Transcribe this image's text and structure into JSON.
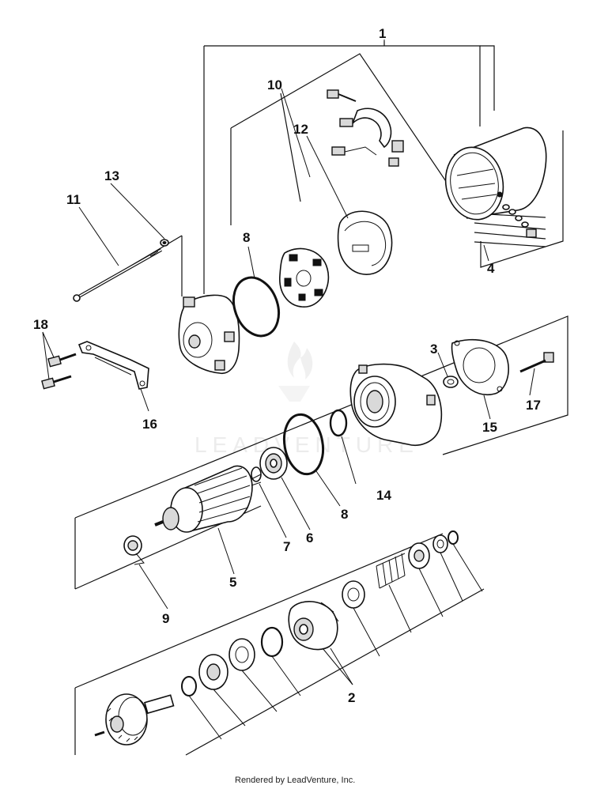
{
  "watermark": "LEADVENTURE",
  "footer": "Rendered by LeadVenture, Inc.",
  "callouts": [
    {
      "id": "1",
      "label": "1"
    },
    {
      "id": "2",
      "label": "2"
    },
    {
      "id": "3",
      "label": "3"
    },
    {
      "id": "4",
      "label": "4"
    },
    {
      "id": "5",
      "label": "5"
    },
    {
      "id": "6",
      "label": "6"
    },
    {
      "id": "7",
      "label": "7"
    },
    {
      "id": "8a",
      "label": "8"
    },
    {
      "id": "8b",
      "label": "8"
    },
    {
      "id": "9",
      "label": "9"
    },
    {
      "id": "10",
      "label": "10"
    },
    {
      "id": "11",
      "label": "11"
    },
    {
      "id": "12",
      "label": "12"
    },
    {
      "id": "13",
      "label": "13"
    },
    {
      "id": "14",
      "label": "14"
    },
    {
      "id": "15",
      "label": "15"
    },
    {
      "id": "16",
      "label": "16"
    },
    {
      "id": "17",
      "label": "17"
    },
    {
      "id": "18",
      "label": "18"
    }
  ]
}
